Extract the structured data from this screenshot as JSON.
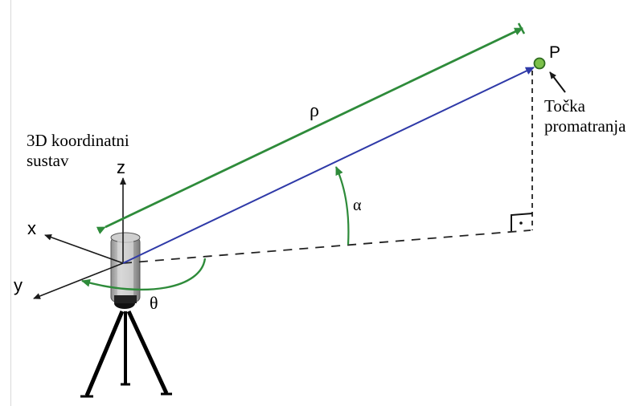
{
  "diagram": {
    "coord_system_label_line1": "3D koordinatni",
    "coord_system_label_line2": "sustav",
    "axis_z": "z",
    "axis_x": "x",
    "axis_y": "y",
    "distance_symbol": "ρ",
    "elevation_symbol": "α",
    "azimuth_symbol": "θ",
    "point_label": "P",
    "observation_point_line1": "Točka",
    "observation_point_line2": "promatranja"
  },
  "colors": {
    "distance_arrow": "#2e8b3a",
    "line_of_sight": "#2f3aa8",
    "angle_arrows": "#2e8b3a",
    "axes": "#1a1a1a",
    "point_fill": "#7cc04a",
    "point_stroke": "#2d6b1f",
    "scanner_body": "#b8b8b8"
  }
}
